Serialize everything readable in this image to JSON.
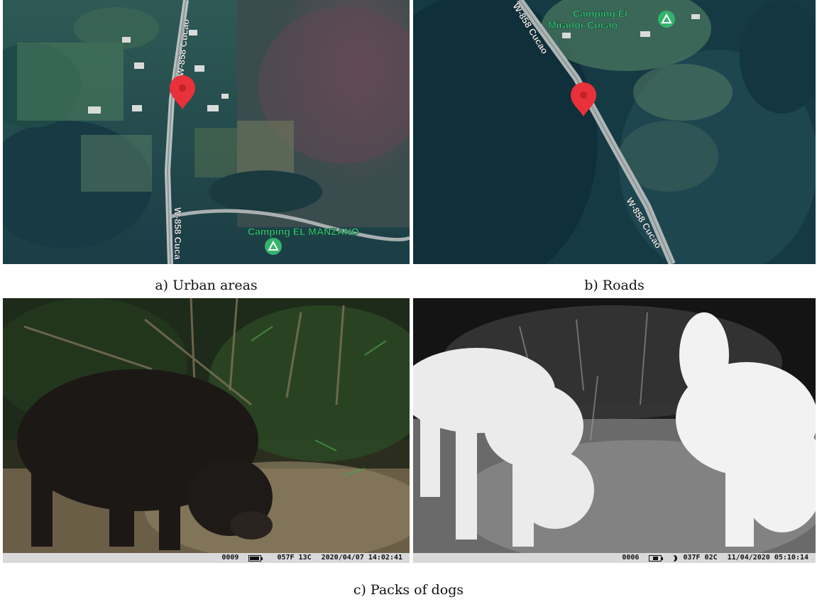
{
  "panels": {
    "a": {
      "caption": "a) Urban areas",
      "road_labels": [
        "W-858 Cucao",
        "W-858 Cuca"
      ],
      "poi_label": "Camping EL MANZANO"
    },
    "b": {
      "caption": "b) Roads",
      "road_labels": [
        "W-858 Cucao",
        "W-858 Cucao"
      ],
      "poi_label_line1": "Camping El",
      "poi_label_line2": "Mirador Cucao"
    },
    "c": {
      "caption": "c) Packs of dogs",
      "cam_left": {
        "counter": "0009",
        "temp_f": "057F",
        "temp_c": "13C",
        "datetime": "2020/04/07 14:02:41"
      },
      "cam_right": {
        "counter": "0006",
        "temp_f": "037F",
        "temp_c": "02C",
        "datetime": "11/04/2020 05:10:14"
      }
    }
  },
  "colors": {
    "pin": "#e8313a",
    "poi_green": "#34b36b",
    "label_green": "#37d27a",
    "forest_dark": "#0f2f3a",
    "forest_mid": "#1f4a4f"
  },
  "icons": [
    "map-pin-icon",
    "camping-icon",
    "battery-icon",
    "moon-icon"
  ]
}
